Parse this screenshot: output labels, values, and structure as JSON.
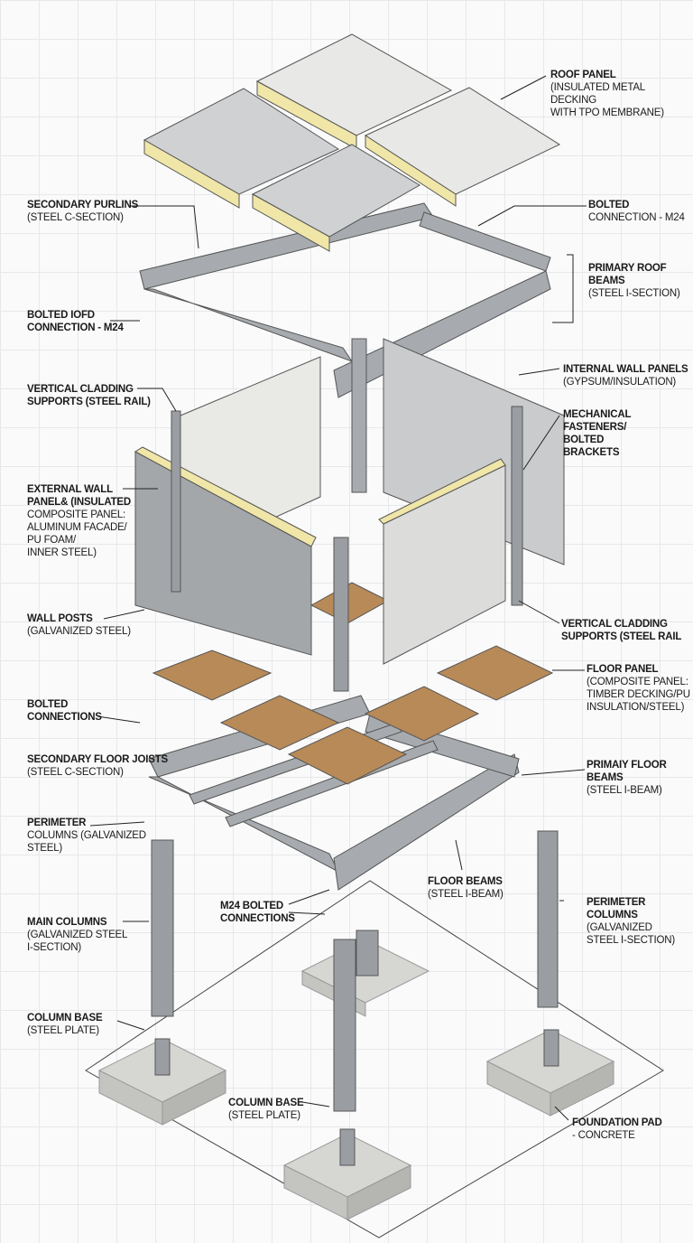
{
  "labels": {
    "roof_panel": {
      "title": "ROOF PANEL",
      "l1": "(INSULATED METAL DECKING",
      "l2": "WITH TPO MEMBRANE)"
    },
    "secondary_purlins": {
      "title": "SECONDARY PURLINS",
      "l1": "(STEEL C-SECTION)"
    },
    "bolted_connection_top": {
      "title": "BOLTED",
      "l1": "CONNECTION - M24"
    },
    "primary_roof_beams": {
      "title": "PRIMARY ROOF",
      "t2": "BEAMS",
      "l1": "(STEEL I-SECTION)"
    },
    "bolted_iofd": {
      "title": "BOLTED IOFD",
      "l1": "CONNECTION - M24"
    },
    "vertical_cladding_left": {
      "title": "VERTICAL CLADDING",
      "l1": "SUPPORTS (STEEL RAIL)"
    },
    "internal_wall_panels": {
      "title": "INTERNAL WALL PANELS",
      "l1": "(GYPSUM/INSULATION)"
    },
    "mechanical_fasteners": {
      "title": "MECHANICAL",
      "t2": "FASTENERS/",
      "t3": "BOLTED",
      "t4": "BRACKETS"
    },
    "external_wall_panels": {
      "title": "EXTERNAL WALL",
      "t2": "PANEL& (INSULATED",
      "l1": "COMPOSITE PANEL:",
      "l2": "ALUMINUM FACADE/",
      "l3": "PU FOAM/",
      "l4": "INNER STEEL)"
    },
    "wall_posts": {
      "title": "WALL POSTS",
      "l1": "(GALVANIZED STEEL)"
    },
    "vertical_cladding_right": {
      "title": "VERTICAL CLADDING",
      "l1": "SUPPORTS (STEEL RAIL"
    },
    "floor_panel": {
      "title": "FLOOR PANEL",
      "l1": "(COMPOSITE PANEL:",
      "l2": "TIMBER DECKING/PU",
      "l3": "INSULATION/STEEL)"
    },
    "bolted_connections": {
      "title": "BOLTED",
      "t2": "CONNECTIONS"
    },
    "secondary_floor_joists": {
      "title": "SECONDARY FLOOR JOISTS",
      "l1": "(STEEL C-SECTION)"
    },
    "primary_floor_beams": {
      "title": "PRIMAIY FLOOR",
      "t2": "BEAMS",
      "l1": "(STEEL I-BEAM)"
    },
    "perimeter_columns_left": {
      "title": "PERIMETER",
      "l1": "COLUMNS (GALVANIZED",
      "l2": "STEEL)"
    },
    "floor_beams": {
      "title": "FLOOR BEAMS",
      "l1": "(STEEL I-BEAM)"
    },
    "m24_bolted": {
      "title": "M24 BOLTED",
      "t2": "CONNECTIONS"
    },
    "main_columns": {
      "title": "MAIN COLUMNS",
      "l1": "(GALVANIZED STEEL",
      "l2": "I-SECTION)"
    },
    "perimeter_columns_right": {
      "title": "PERIMETER",
      "t2": "COLUMNS",
      "l1": "(GALVANIZED",
      "l2": "STEEL I-SECTION)"
    },
    "column_base_left": {
      "title": "COLUMN BASE",
      "l1": "(STEEL PLATE)"
    },
    "column_base_center": {
      "title": "COLUMN BASE",
      "l1": "(STEEL PLATE)"
    },
    "foundation_pad": {
      "title": "FOUNDATION PAD",
      "l1": "- CONCRETE"
    }
  },
  "colors": {
    "steel": "#9a9ea3",
    "steel_dark": "#6e7378",
    "panel": "#e9e9e6",
    "foam": "#efe6a8",
    "timber": "#b88a58",
    "concrete": "#d6d6d3"
  }
}
